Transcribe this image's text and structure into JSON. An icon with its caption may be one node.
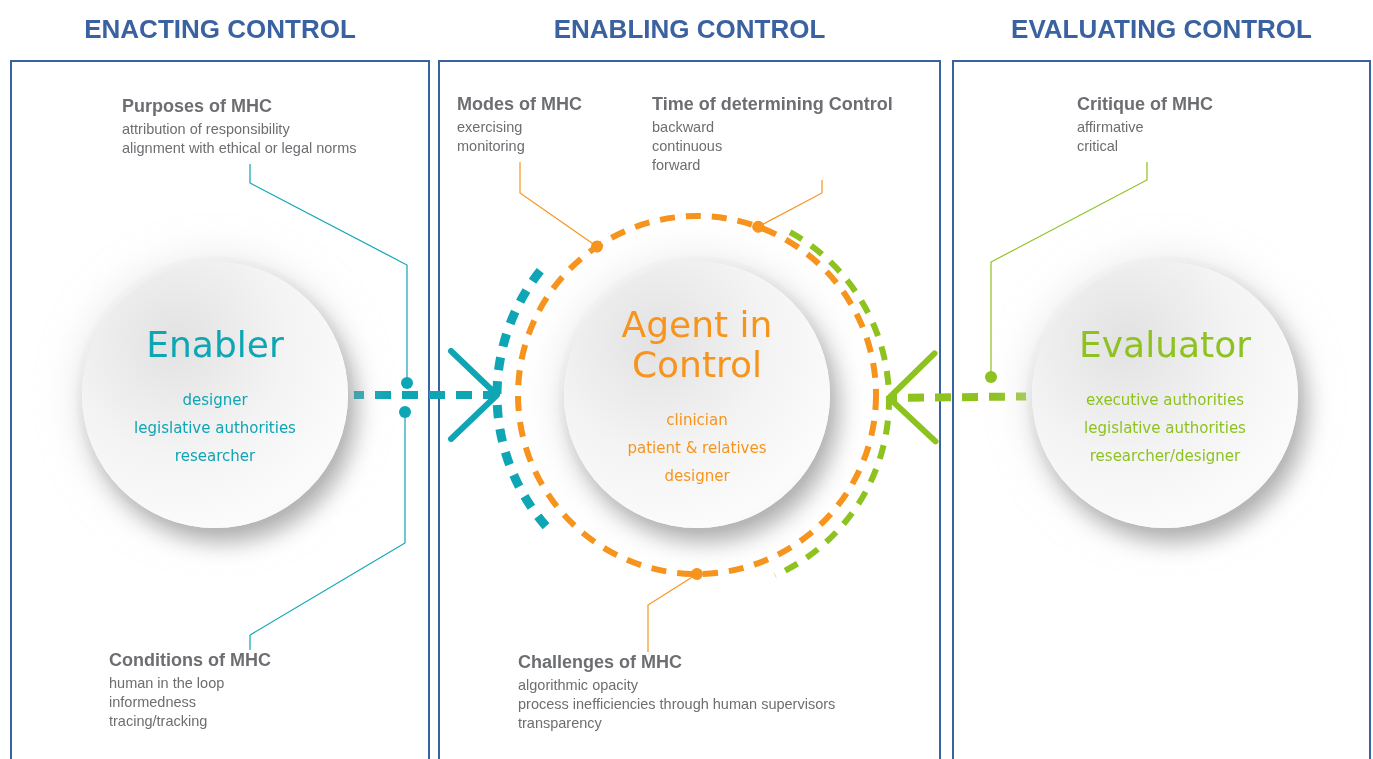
{
  "diagram": {
    "nodes": [
      {
        "text": [
          "ENACTING CONTROL"
        ]
      },
      {
        "text": [
          "ENABLING CONTROL"
        ]
      },
      {
        "text": [
          "EVALUATING CONTROL"
        ]
      },
      {
        "text": [
          "Purposes of MHC",
          "attribution of responsibility",
          "alignment with ethical or legal norms"
        ],
        "in": 0
      },
      {
        "text": [
          "Enabler",
          "designer",
          "legislative authorities",
          "researcher"
        ],
        "in": 0
      },
      {
        "text": [
          "Conditions of MHC",
          "human in the loop",
          "informedness",
          "tracing/tracking"
        ],
        "in": 0
      },
      {
        "text": [
          "Modes of MHC",
          "exercising",
          "monitoring"
        ],
        "in": 1
      },
      {
        "text": [
          "Time of determining Control",
          "backward",
          "continuous",
          "forward"
        ],
        "in": 1
      },
      {
        "text": [],
        "shape": "circle",
        "in": 1
      },
      {
        "text": [],
        "shape": "circle",
        "in": 1
      },
      {
        "text": [],
        "shape": "circle",
        "in": 1
      },
      {
        "text": [
          "Agent in Control",
          "clinician",
          "patient & relatives",
          "designer"
        ],
        "in": 9
      },
      {
        "text": [
          "Challenges of MHC",
          "algorithmic opacity",
          "process inefficiencies through human supervisors",
          "transparency"
        ],
        "in": 1
      },
      {
        "text": [
          "Critique of MHC",
          "affirmative",
          "critical"
        ],
        "in": 2
      },
      {
        "text": [
          "Evaluator",
          "executive authorities",
          "legislative authorities",
          "researcher/designer"
        ],
        "in": 2
      }
    ],
    "edges": [
      {
        "from": 4,
        "to": 8,
        "arrow": "to",
        "style": "dashed",
        "color": "#0ea5b5"
      },
      {
        "from": 14,
        "to": 10,
        "arrow": "to",
        "style": "dashed",
        "color": "#8dc21f"
      },
      {
        "from": 3,
        "to": null,
        "arrow": "other",
        "color": "#0ea5b5"
      },
      {
        "from": 5,
        "to": null,
        "arrow": "other",
        "color": "#0ea5b5"
      },
      {
        "from": 6,
        "to": 9,
        "arrow": "other",
        "color": "#f7941d"
      },
      {
        "from": 7,
        "to": 9,
        "arrow": "other",
        "color": "#f7941d"
      },
      {
        "from": 12,
        "to": 9,
        "arrow": "other",
        "color": "#f7941d"
      },
      {
        "from": 13,
        "to": null,
        "arrow": "other",
        "color": "#8dc21f"
      }
    ]
  }
}
